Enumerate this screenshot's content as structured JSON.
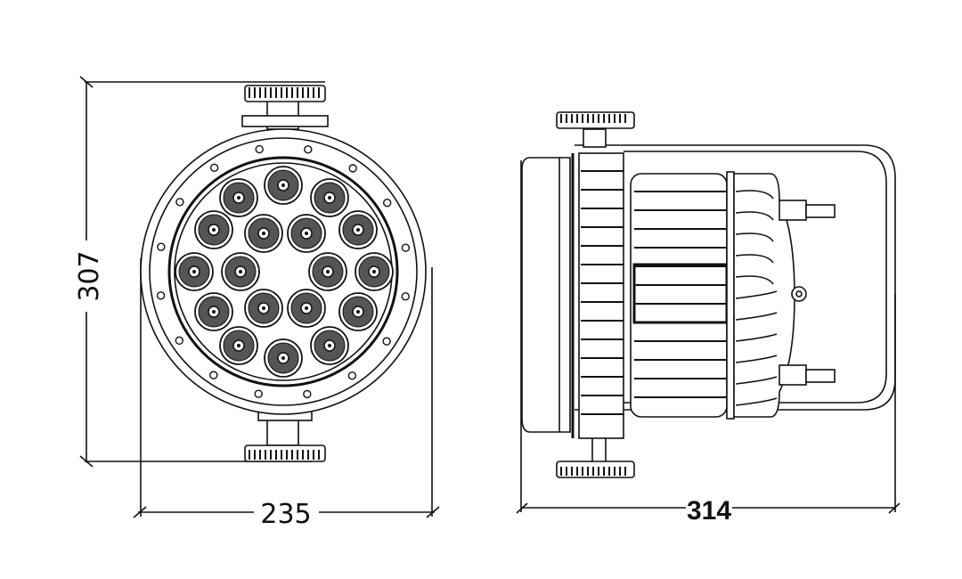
{
  "drawing": {
    "front_view": {
      "led_count": 18,
      "height_label": "307",
      "width_label": "235"
    },
    "side_view": {
      "depth_label": "314"
    }
  }
}
